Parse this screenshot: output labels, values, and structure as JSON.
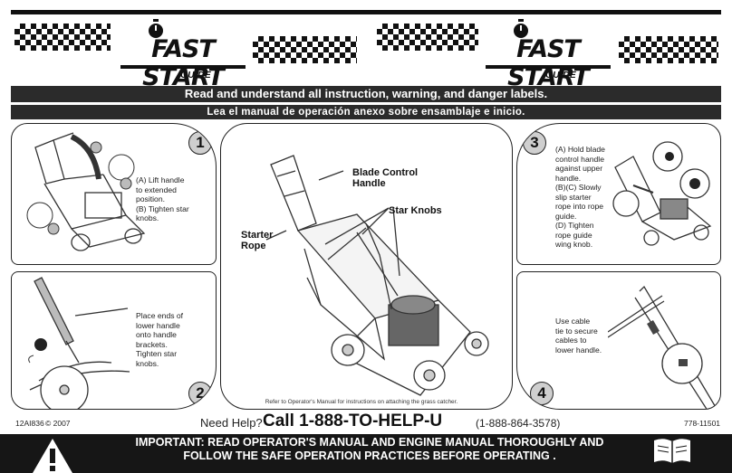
{
  "header": {
    "logo_text": "FAST START",
    "logo_sub": "GUIDE"
  },
  "banners": {
    "english": "Read and understand all instruction, warning, and danger labels.",
    "spanish": "Lea el manual de operación anexo sobre ensamblaje e inicio."
  },
  "steps": [
    {
      "number": "1",
      "text": [
        "(A) Lift handle",
        "to extended",
        "position.",
        "(B) Tighten star",
        "knobs."
      ]
    },
    {
      "number": "2",
      "text": [
        "Place ends of",
        "lower handle",
        "onto handle",
        "brackets.",
        "Tighten star",
        "knobs."
      ]
    },
    {
      "number": "3",
      "text": [
        "(A) Hold blade",
        "control handle",
        "against upper",
        "handle.",
        "(B)(C) Slowly",
        "slip starter",
        "rope into rope",
        "guide.",
        "(D) Tighten",
        "rope guide",
        "wing knob."
      ]
    },
    {
      "number": "4",
      "text": [
        "Use cable",
        "tie to secure",
        "cables to",
        "lower handle."
      ]
    }
  ],
  "center": {
    "callouts": {
      "blade_control": [
        "Blade Control",
        "Handle"
      ],
      "star_knobs": "Star Knobs",
      "starter_rope": [
        "Starter",
        "Rope"
      ]
    },
    "refer_note": "Refer to Operator's Manual for instructions on attaching the grass catcher."
  },
  "bottom": {
    "code_left": "12AI836",
    "copyright": "© 2007",
    "need_help": "Need Help?",
    "phone_main": "Call 1-888-TO-HELP-U",
    "phone_alt": "(1-888-864-3578)",
    "part_number": "778-11501"
  },
  "warning": {
    "line1": "IMPORTANT: READ OPERATOR'S MANUAL AND ENGINE MANUAL THOROUGHLY AND",
    "line2": "FOLLOW THE SAFE OPERATION PRACTICES BEFORE OPERATING .",
    "overlay_fragment": "FOLLOW THE SA"
  },
  "icons": {
    "logo_icon": "stopwatch-icon",
    "warning_icon": "exclamation-icon",
    "manual_icon": "open-book-icon"
  },
  "colors": {
    "banner_bg": "#2b2b2b",
    "warning_bg": "#161616",
    "step_circle": "#cfcfcf"
  }
}
